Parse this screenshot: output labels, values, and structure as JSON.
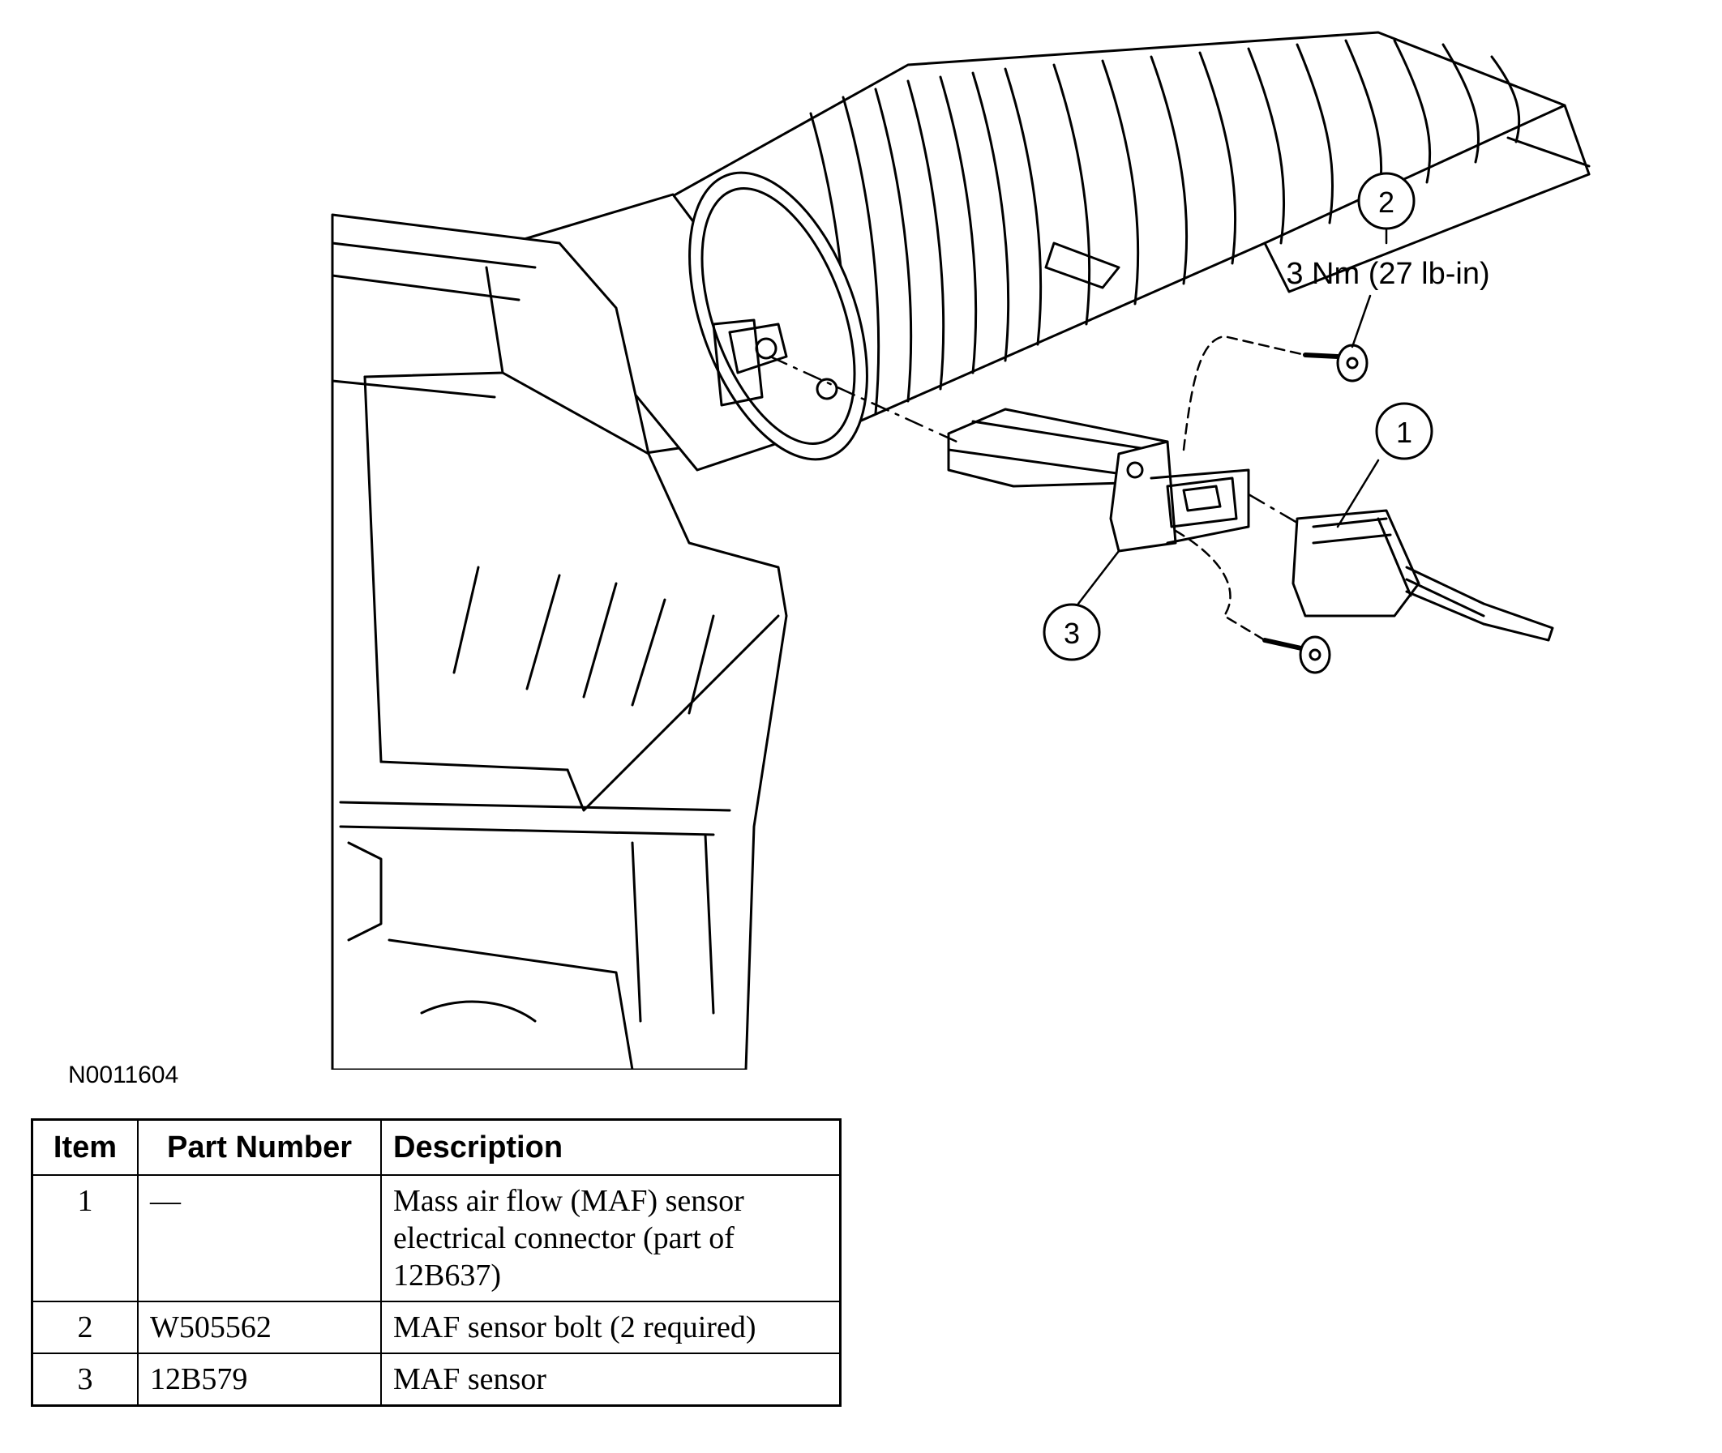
{
  "diagram": {
    "figure_id": "N0011604",
    "callouts": [
      {
        "number": "1"
      },
      {
        "number": "2",
        "torque": "3 Nm (27 lb-in)"
      },
      {
        "number": "3"
      }
    ]
  },
  "parts_table": {
    "headers": {
      "item": "Item",
      "part_number": "Part Number",
      "description": "Description"
    },
    "rows": [
      {
        "item": "1",
        "part_number": "—",
        "description": "Mass air flow (MAF) sensor electrical connector (part of 12B637)"
      },
      {
        "item": "2",
        "part_number": "W505562",
        "description": "MAF sensor bolt (2 required)"
      },
      {
        "item": "3",
        "part_number": "12B579",
        "description": "MAF sensor"
      }
    ]
  }
}
